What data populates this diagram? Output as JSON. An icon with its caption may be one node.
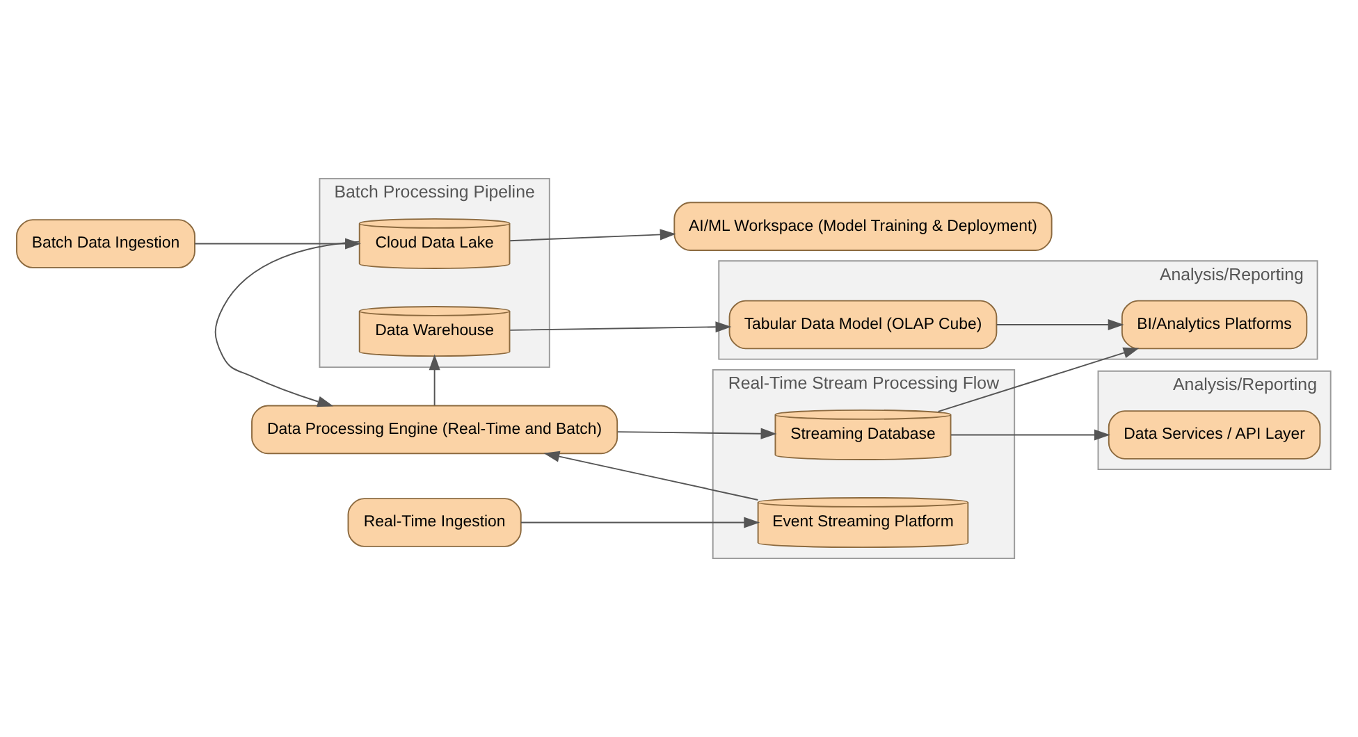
{
  "diagram": {
    "nodes": [
      {
        "text": [
          "Real-Time Stream Processing Flow"
        ]
      },
      {
        "text": [
          "Real-Time Ingestion"
        ]
      },
      {
        "text": [
          "Event Streaming Platform"
        ],
        "in": 0
      },
      {
        "text": [
          "Streaming Database"
        ],
        "in": 0
      },
      {
        "text": [
          "Analysis/Reporting"
        ]
      },
      {
        "text": [
          "Data Services / API Layer"
        ],
        "in": 4
      },
      {
        "text": [
          "Data Processing Engine (Real-Time and Batch)"
        ]
      },
      {
        "text": [
          "Analysis/Reporting"
        ]
      },
      {
        "text": [
          "BI/Analytics Platforms"
        ],
        "in": 7
      },
      {
        "text": [
          "Batch Processing Pipeline"
        ]
      },
      {
        "text": [
          "Batch Data Ingestion"
        ]
      },
      {
        "text": [
          "Cloud Data Lake"
        ],
        "in": 9
      },
      {
        "text": [
          "Data Warehouse"
        ],
        "in": 9
      },
      {
        "text": [
          "Tabular Data Model (OLAP Cube)"
        ],
        "in": 7
      },
      {
        "text": [
          "AI/ML Workspace (Model Training & Deployment)"
        ]
      }
    ],
    "edges": [
      {
        "from": 1,
        "to": 2,
        "arrow": "to"
      },
      {
        "from": 2,
        "to": 6,
        "arrow": "to"
      },
      {
        "from": 6,
        "to": 3,
        "arrow": "to"
      },
      {
        "from": 3,
        "to": 5,
        "arrow": "to"
      },
      {
        "from": 3,
        "to": 8,
        "arrow": "to"
      },
      {
        "from": 10,
        "to": 11,
        "arrow": "to"
      },
      {
        "from": 11,
        "to": 6,
        "arrow": "to"
      },
      {
        "from": 6,
        "to": 12,
        "arrow": "to"
      },
      {
        "from": 12,
        "to": 13,
        "arrow": "to"
      },
      {
        "from": 13,
        "to": 8,
        "arrow": "to"
      },
      {
        "from": 11,
        "to": 14,
        "arrow": "to"
      }
    ]
  }
}
